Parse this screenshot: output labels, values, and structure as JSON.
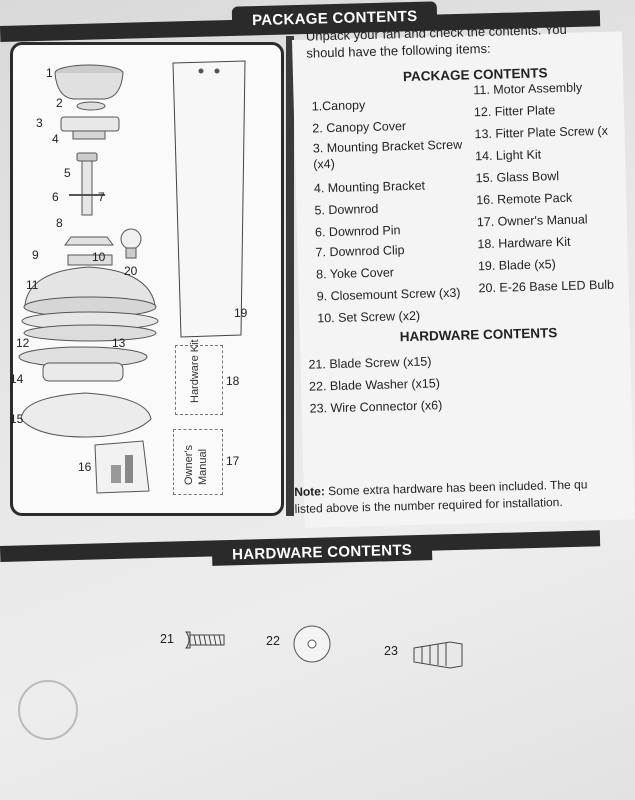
{
  "sections": {
    "package_title": "PACKAGE CONTENTS",
    "hardware_title": "HARDWARE CONTENTS"
  },
  "intro": "Unpack your fan and check the contents. You should have the following items:",
  "package_contents_heading": "PACKAGE CONTENTS",
  "package_items_left": [
    "1.Canopy",
    "2. Canopy Cover",
    "3. Mounting Bracket Screw",
    "(x4)",
    "4. Mounting Bracket",
    "5. Downrod",
    "6. Downrod Pin",
    "7. Downrod Clip",
    "8. Yoke Cover",
    "9. Closemount Screw (x3)",
    "10. Set Screw (x2)"
  ],
  "package_items_right": [
    "11. Motor Assembly",
    "12. Fitter Plate",
    "13. Fitter Plate Screw (x",
    "14. Light Kit",
    "15. Glass Bowl",
    "16. Remote Pack",
    "17. Owner's Manual",
    "18. Hardware Kit",
    "19. Blade (x5)",
    "20. E-26 Base LED Bulb"
  ],
  "hardware_contents_heading": "HARDWARE CONTENTS",
  "hardware_items": [
    "21. Blade Screw (x15)",
    "22. Blade Washer (x15)",
    "23. Wire Connector (x6)"
  ],
  "note_label": "Note:",
  "note_text": " Some extra hardware has been included. The qu listed above is the number required for installation.",
  "diagram_callouts": [
    "1",
    "2",
    "3",
    "4",
    "5",
    "6",
    "7",
    "8",
    "9",
    "10",
    "20",
    "11",
    "19",
    "12",
    "13",
    "14",
    "18",
    "15",
    "16",
    "17"
  ],
  "diagram_box_labels": {
    "hardware_kit": "Hardware Kit",
    "owners_manual_line1": "Owner's",
    "owners_manual_line2": "Manual"
  },
  "hardware_callouts": [
    "21",
    "22",
    "23"
  ],
  "colors": {
    "bar": "#2a2a2a",
    "paper": "#f4f4f4"
  }
}
